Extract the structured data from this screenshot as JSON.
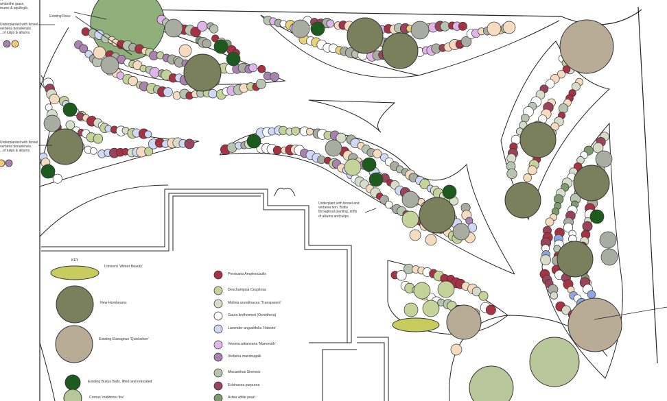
{
  "annotations": {
    "top_left_fragment": [
      "...",
      "amlanthe grass,",
      "mums & aquilegia."
    ],
    "existing_rose": "Existing Rose",
    "underplant_upper_left": [
      "Underplanted with fennel",
      "verbena bonariensis.",
      "...of tulips & alliums."
    ],
    "underplant_lower_left": [
      "Underplanted with fennel",
      "verbena bonariensis.",
      "...of tulips & alliums."
    ],
    "underplant_center": [
      "Underplant with fennel and",
      "verbena bon. Bulbs",
      "throughout planting, drifts",
      "of alliums and tulips."
    ]
  },
  "key": {
    "title": "KEY",
    "large_items": [
      {
        "label": "Lonicera 'Winter Beauty'",
        "symbol": "lonicera-ellipse"
      },
      {
        "label": "New Hornbeams",
        "symbol": "hornbeam-circle"
      },
      {
        "label": "Existing Elaeagnus 'Quicksilver'",
        "symbol": "elaeagnus-circle"
      },
      {
        "label": "Existing Buxus Balls, lifted and relocated",
        "symbol": "buxus-circle"
      },
      {
        "label": "Cornus 'midwinter fire'",
        "symbol": "cornus-circle"
      }
    ],
    "plants": [
      {
        "label": "Persicaria Amplexicaulis",
        "color": "#a63343"
      },
      {
        "label": "Deschampsia Cespitosa",
        "color": "#c3d39a"
      },
      {
        "label": "Molinia arundinacea 'Transparent'",
        "color": "#d7ddc8"
      },
      {
        "label": "Gaura lindheimeri (Oenothera)",
        "color": "#ffffff"
      },
      {
        "label": "Lavender angustifolia 'Hidcote'",
        "color": "#cfd8f5"
      },
      {
        "label": "Veronia arkansana 'Mammoth'",
        "color": "#e0b6ea"
      },
      {
        "label": "Verbena macdougalii",
        "color": "#a983b0"
      },
      {
        "label": "Miscanthus Sinensis",
        "color": "#b6c4b0"
      },
      {
        "label": "Echinacea purpurea",
        "color": "#99445a"
      },
      {
        "label": "Actea white pearl",
        "color": "#7d9b6f"
      }
    ]
  },
  "colors": {
    "hornbeam": "#7a7f5c",
    "elaeagnus": "#b9ac97",
    "buxus": "#1d5a1e",
    "cornus": "#b7c79a",
    "lonicera": "#c8cb5e",
    "rose": "#8fb07a",
    "persicaria": "#a63343",
    "deschampsia": "#c3d39a",
    "molinia": "#d7ddc8",
    "gaura": "#ffffff",
    "lavender": "#cfd8f5",
    "veronia": "#e0b6ea",
    "verbena": "#a983b0",
    "miscanthus": "#b6c4b0",
    "echinacea": "#99445a",
    "actea": "#7d9b6f",
    "peach": "#f5dcc0",
    "grey": "#a9aca0",
    "yellow": "#e8d27a",
    "blue": "#8ea6e0"
  }
}
